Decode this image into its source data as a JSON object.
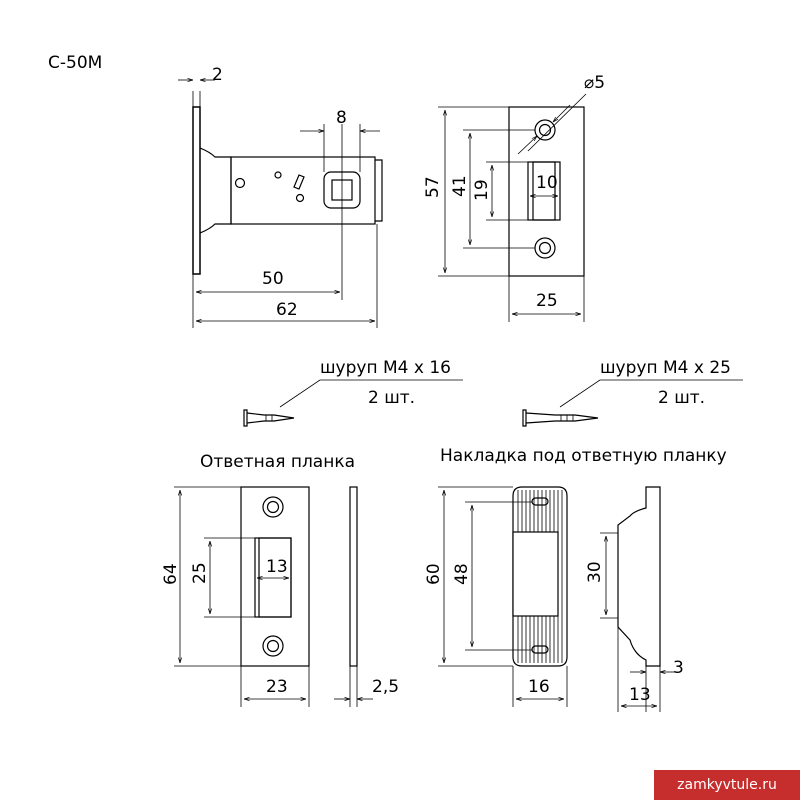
{
  "model": "С-50М",
  "watermark": "zamkyvtule.ru",
  "latch_top": {
    "d_plate": "2",
    "d_bolt": "8",
    "d_backset": "50",
    "d_length": "62"
  },
  "faceplate": {
    "d_hole": "⌀5",
    "d_height": "57",
    "d_holes": "41",
    "d_bolt_h": "19",
    "d_bolt_w": "10",
    "d_width": "25"
  },
  "screw1": {
    "label": "шуруп М4 х 16",
    "qty": "2 шт."
  },
  "screw2": {
    "label": "шуруп М4 х 25",
    "qty": "2 шт."
  },
  "strike": {
    "title": "Ответная планка",
    "d_height": "64",
    "d_hole": "25",
    "d_hole_w": "13",
    "d_width": "23",
    "d_thick": "2,5"
  },
  "pad": {
    "title": "Накладка под ответную планку",
    "d_height": "60",
    "d_holes": "48",
    "d_width": "16",
    "d_depth": "30",
    "d_thick": "3",
    "d_side": "13"
  }
}
